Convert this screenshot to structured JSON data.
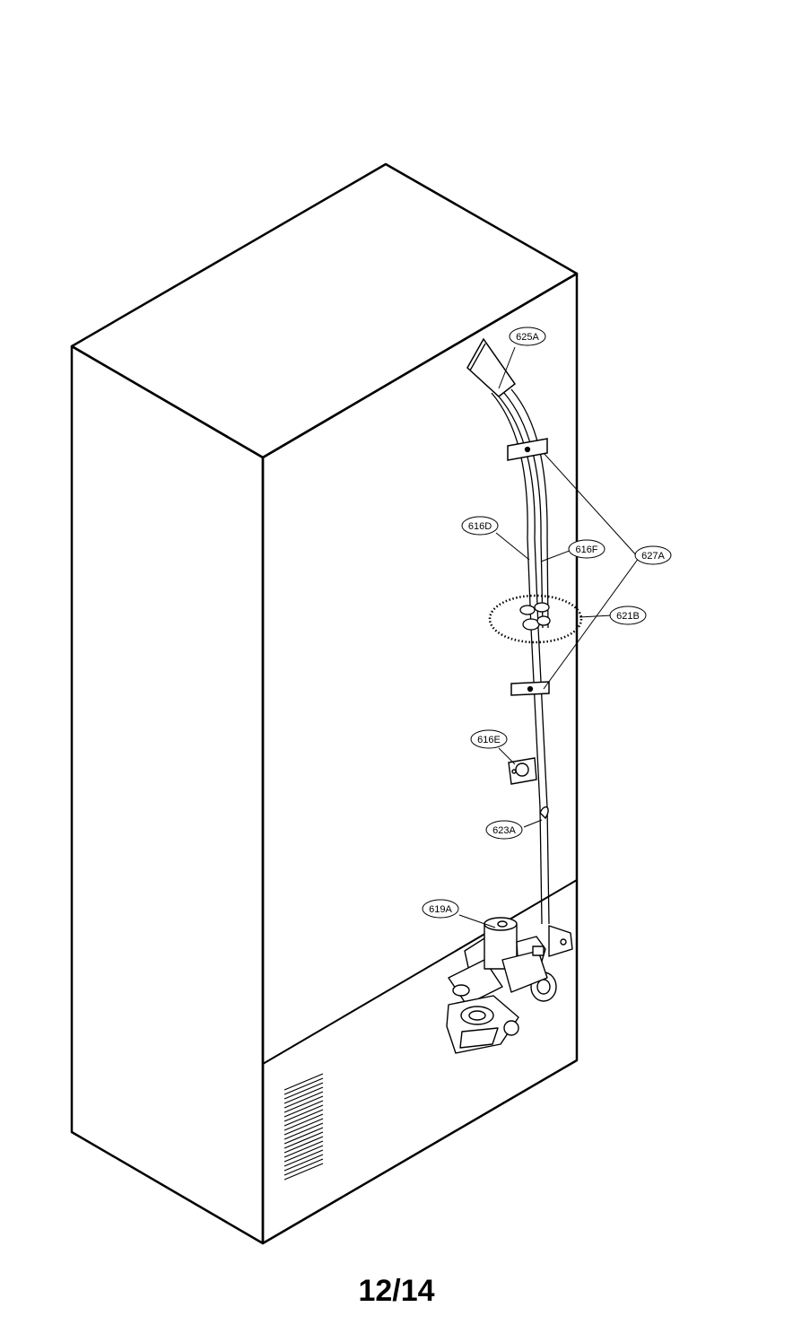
{
  "diagram": {
    "callouts": {
      "c625A": "625A",
      "c616D": "616D",
      "c616F": "616F",
      "c627A": "627A",
      "c621B": "621B",
      "c616E": "616E",
      "c623A": "623A",
      "c619A": "619A"
    }
  },
  "footer": {
    "page_number": "12/14"
  }
}
